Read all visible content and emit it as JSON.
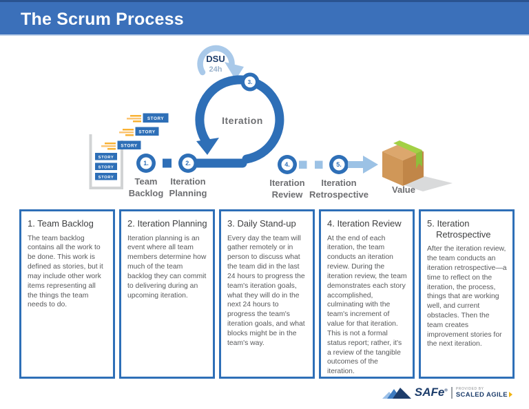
{
  "header": {
    "title": "The Scrum Process"
  },
  "diagram": {
    "dsu": {
      "title": "DSU",
      "subtitle": "24h"
    },
    "node3_num": "3.",
    "iteration_label": "Iteration",
    "story_label": "STORY",
    "value_label": "Value",
    "steps": [
      {
        "num": "1.",
        "line1": "Team",
        "line2": "Backlog"
      },
      {
        "num": "2.",
        "line1": "Iteration",
        "line2": "Planning"
      },
      {
        "num": "4.",
        "line1": "Iteration",
        "line2": "Review"
      },
      {
        "num": "5.",
        "line1": "Iteration",
        "line2": "Retrospective"
      }
    ]
  },
  "cards": [
    {
      "title": "1. Team Backlog",
      "body": "The team backlog contains all the work to be done. This work is defined as stories, but it may include other work items representing all the things the team needs to do."
    },
    {
      "title": "2. Iteration Planning",
      "body": "Iteration planning is an event where all team members determine how much of the team backlog they can commit to delivering during an upcoming iteration."
    },
    {
      "title": "3. Daily Stand-up",
      "body": "Every day the team will gather remotely or in person to discuss what the team did in the last 24 hours to progress the team's iteration goals, what they will do in the next 24 hours to progress the team's iteration goals, and what blocks might be in the team's way."
    },
    {
      "title": "4. Iteration Review",
      "body": "At the end of each iteration, the team conducts an iteration review. During the iteration review, the team demonstrates each story accomplished, culminating with the team's increment of value for that iteration. This is not a formal status report; rather, it's a review of the tangible outcomes of the iteration."
    },
    {
      "title": "5. Iteration Retrospective",
      "body": "After the iteration review, the team conducts an iteration retrospective—a time to reflect on the iteration, the process, things that are working well, and current obstacles. Then the team creates improvement stories for the next iteration."
    }
  ],
  "footer": {
    "brand": "SAFe",
    "reg": "®",
    "provided_by": "PROVIDED BY",
    "company": "SCALED AGILE"
  },
  "colors": {
    "header_blue": "#3b70ba",
    "process_blue": "#2e6fb7",
    "light_blue": "#9cc2e5",
    "dsu_ring_blue": "#a9c9e9",
    "story_orange": "#f9b233",
    "tape_green": "#a3d045",
    "box_tan": "#d09758",
    "label_gray": "#6d6e71",
    "navy": "#1d3d6b"
  }
}
